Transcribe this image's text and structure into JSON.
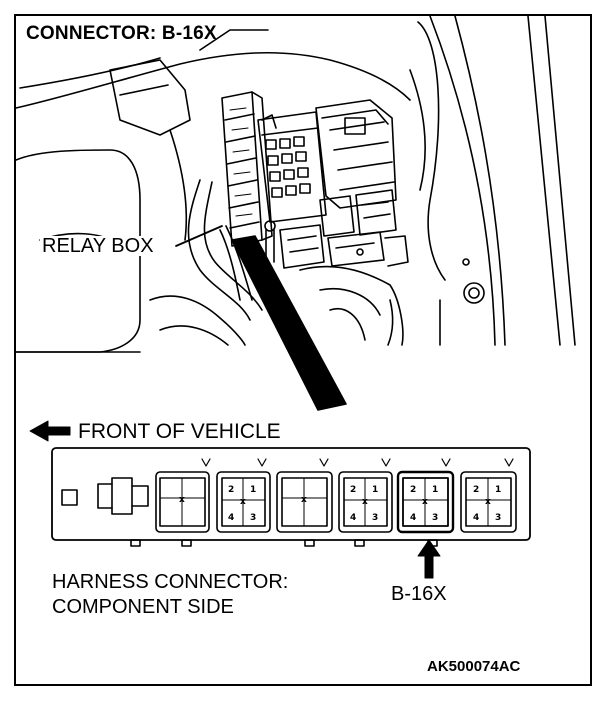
{
  "title": "CONNECTOR: B-16X",
  "relay_box_label": "RELAY BOX",
  "front_label": "FRONT OF VEHICLE",
  "harness_line1": "HARNESS CONNECTOR:",
  "harness_line2": "COMPONENT SIDE",
  "connector_label": "B-16X",
  "figure_code": "AK500074AC",
  "pin_numbers": {
    "p1": "1",
    "p2": "2",
    "p3": "3",
    "p4": "4",
    "mark": "x"
  }
}
